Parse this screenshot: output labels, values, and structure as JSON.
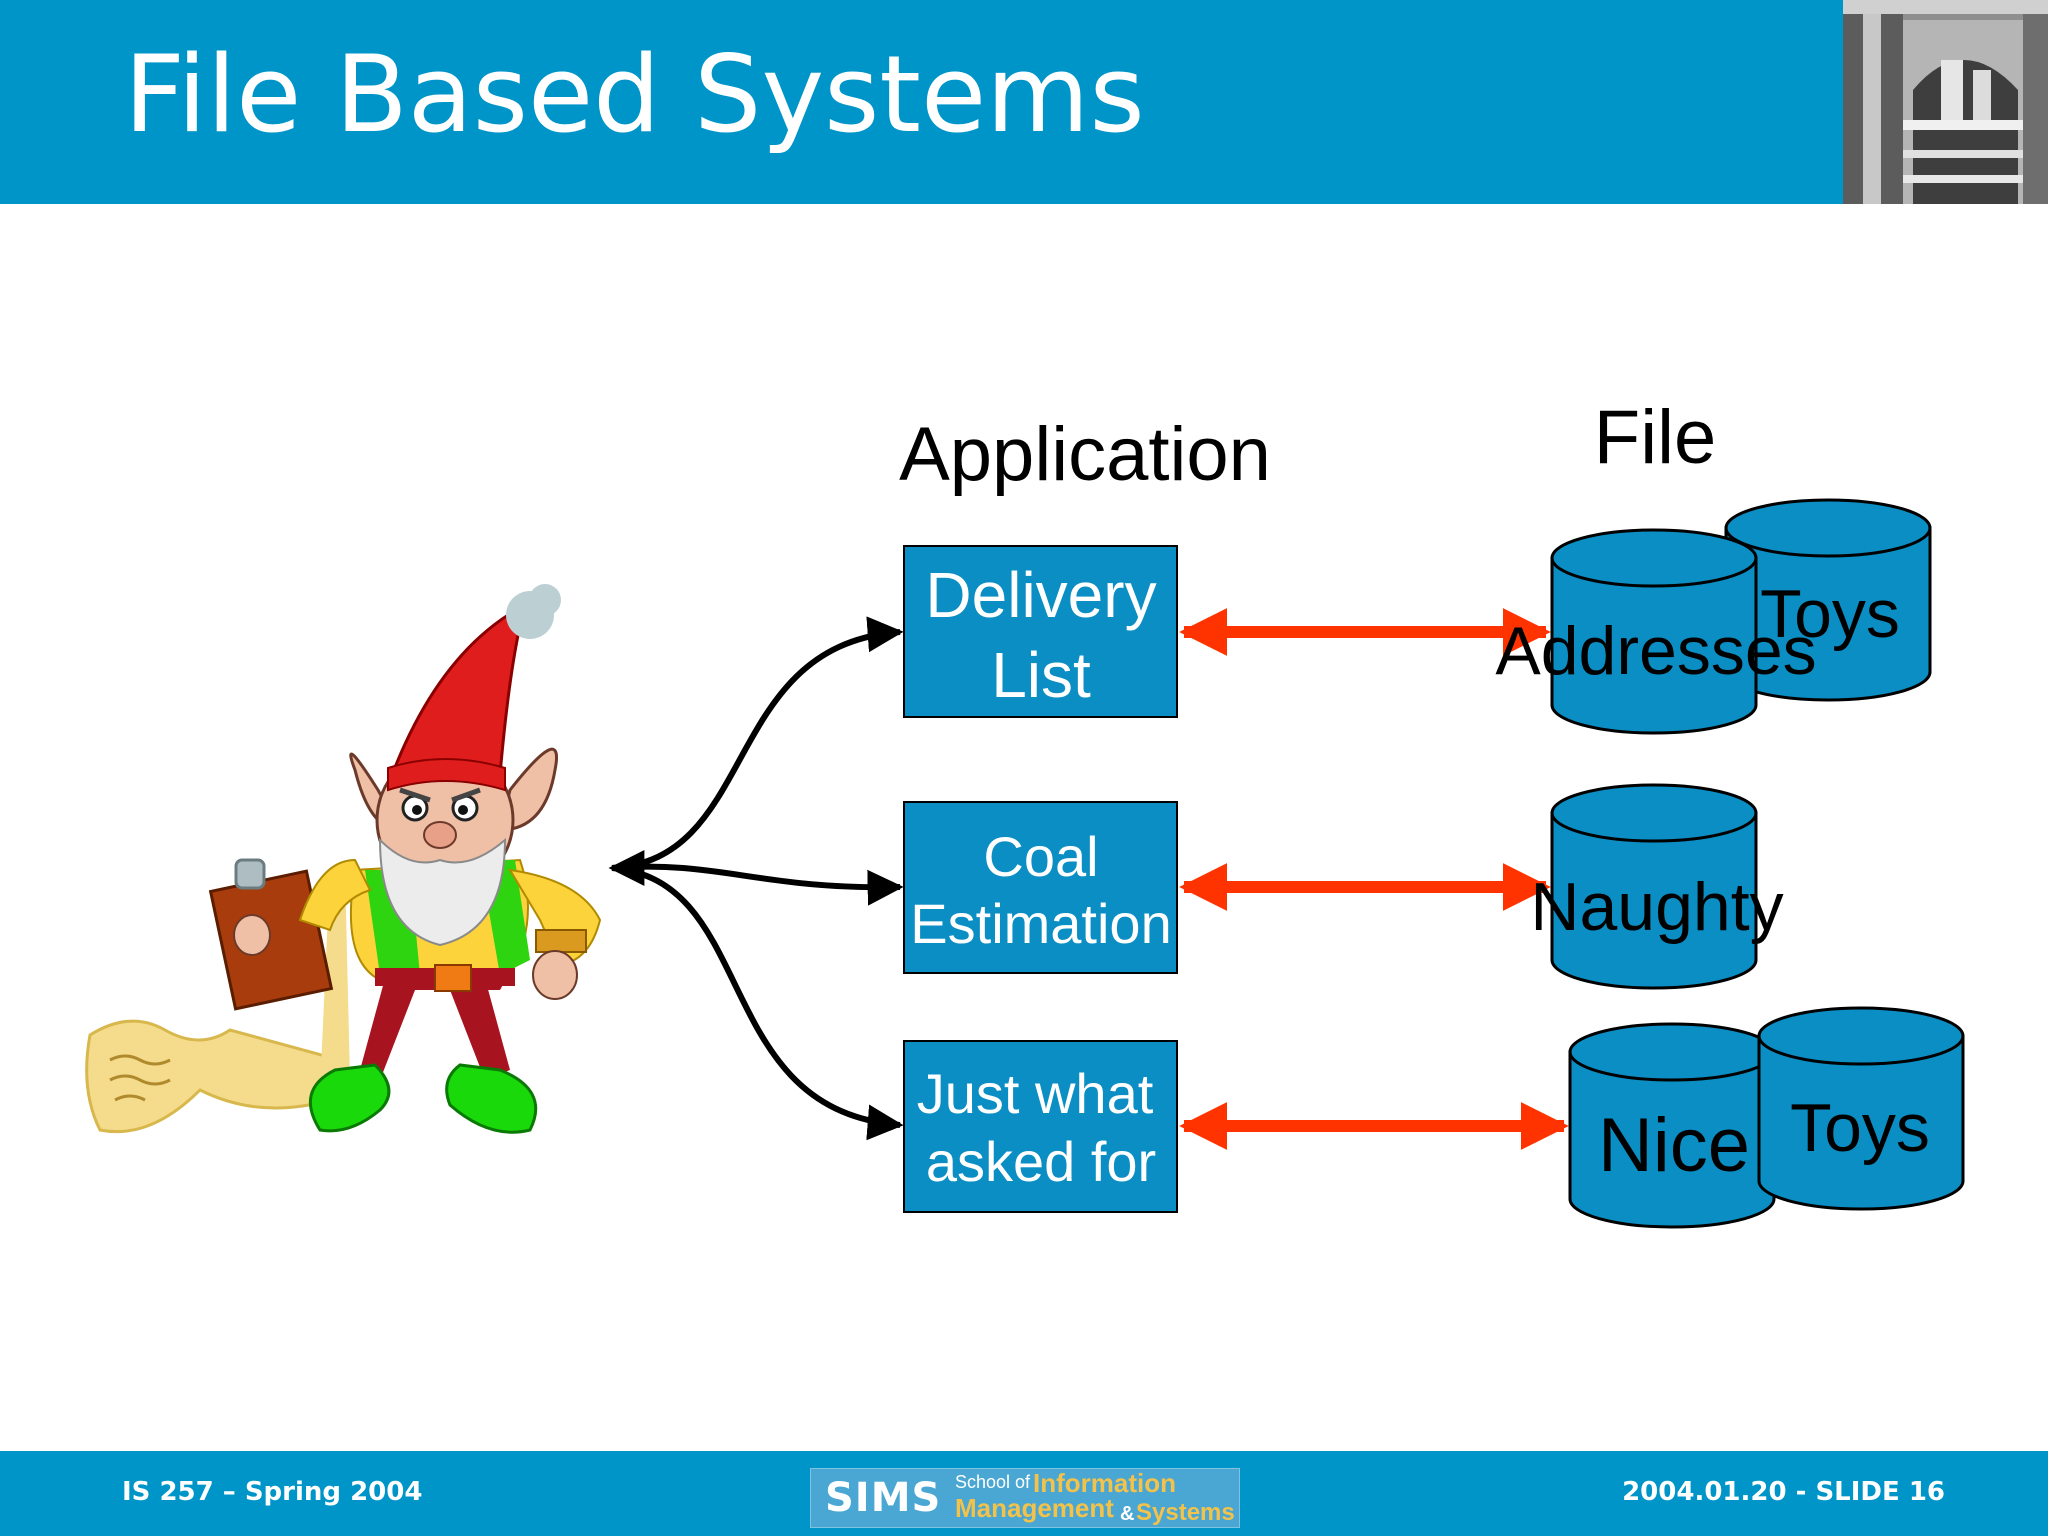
{
  "slide": {
    "title": "File Based Systems",
    "footer_left": "IS 257 – Spring 2004",
    "footer_right": "2004.01.20 - SLIDE 16"
  },
  "logo": {
    "main": "SIMS",
    "school_of": "School of",
    "information": "Information",
    "management": "Management",
    "ampersand": "&",
    "systems": "Systems"
  },
  "diagram": {
    "column_application": "Application",
    "column_file": "File",
    "applications": [
      {
        "lines": [
          "Delivery",
          "List"
        ]
      },
      {
        "lines": [
          "Coal",
          "Estimation"
        ]
      },
      {
        "lines": [
          "Just what",
          "asked for"
        ]
      }
    ],
    "files": {
      "addresses": "Addresses",
      "toys_top": "Toys",
      "naughty": "Naughty",
      "nice": "Nice",
      "toys_bottom": "Toys"
    }
  },
  "colors": {
    "header": "#0095c9",
    "box_fill": "#0a8ec4",
    "link_arrow": "#ff3300",
    "connector": "#000000"
  }
}
